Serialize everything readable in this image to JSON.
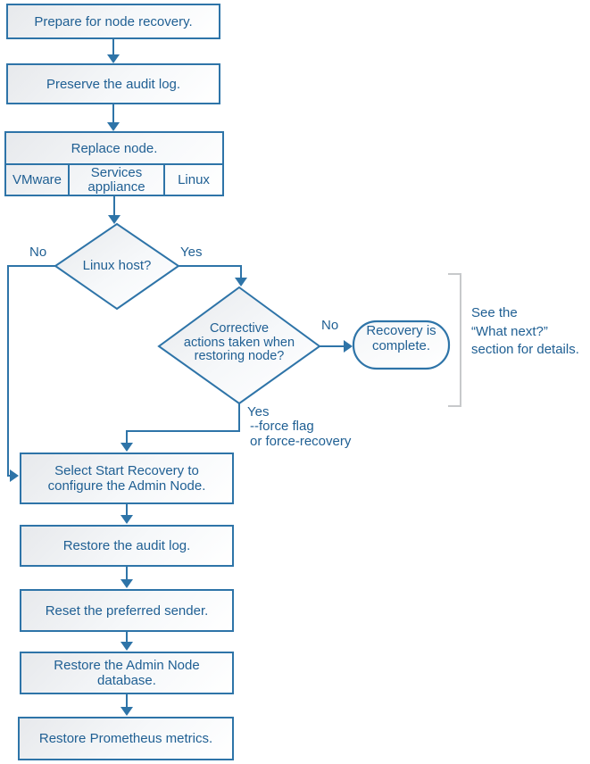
{
  "diagram": {
    "nodes": {
      "prepare": "Prepare for node recovery.",
      "preserve": "Preserve the audit log.",
      "replace": "Replace node.",
      "replace_options": [
        "VMware",
        "Services appliance",
        "Linux"
      ],
      "linux_host": "Linux host?",
      "corrective": [
        "Corrective",
        "actions taken when",
        "restoring node?"
      ],
      "recovery_complete": [
        "Recovery is",
        "complete."
      ],
      "select_start": [
        "Select Start Recovery to",
        "configure the Admin Node."
      ],
      "restore_audit": "Restore the audit log.",
      "reset_sender": "Reset the preferred sender.",
      "restore_db": [
        "Restore the Admin Node",
        "database."
      ],
      "restore_prometheus": "Restore Prometheus metrics."
    },
    "edge_labels": {
      "linux_no": "No",
      "linux_yes": "Yes",
      "corrective_no": "No",
      "corrective_yes": [
        "Yes",
        "--force flag",
        "or force-recovery"
      ]
    },
    "annotations": {
      "what_next": [
        "See the",
        "“What next?”",
        "section for details."
      ]
    },
    "colors": {
      "line": "#2E74A8",
      "text": "#1F5F93",
      "node_fill_top": "#E7E9EC",
      "node_fill_bottom": "#FFFFFF",
      "bracket": "#C7C9CB"
    }
  }
}
